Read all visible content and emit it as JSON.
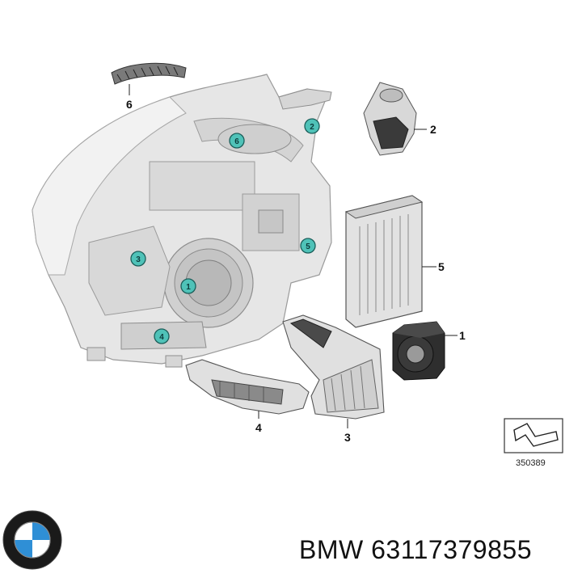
{
  "parts": [
    {
      "number": "1"
    },
    {
      "number": "2"
    },
    {
      "number": "3"
    },
    {
      "number": "4"
    },
    {
      "number": "5"
    },
    {
      "number": "6"
    }
  ],
  "badges": [
    "1",
    "2",
    "3",
    "4",
    "5",
    "6"
  ],
  "reference_code": "350389",
  "footer": {
    "brand": "BMW",
    "part_number": "63117379855",
    "text": "BMW 63117379855"
  },
  "colors": {
    "badge_fill": "#4fc2b8",
    "badge_stroke": "#1b5e5a",
    "housing_fill": "#e3e3e3",
    "housing_stroke": "#9a9a9a",
    "part_dark": "#2a2a2a",
    "logo_blue": "#2f8fd6"
  },
  "logo": {
    "icon": "bmw-roundel-logo"
  }
}
